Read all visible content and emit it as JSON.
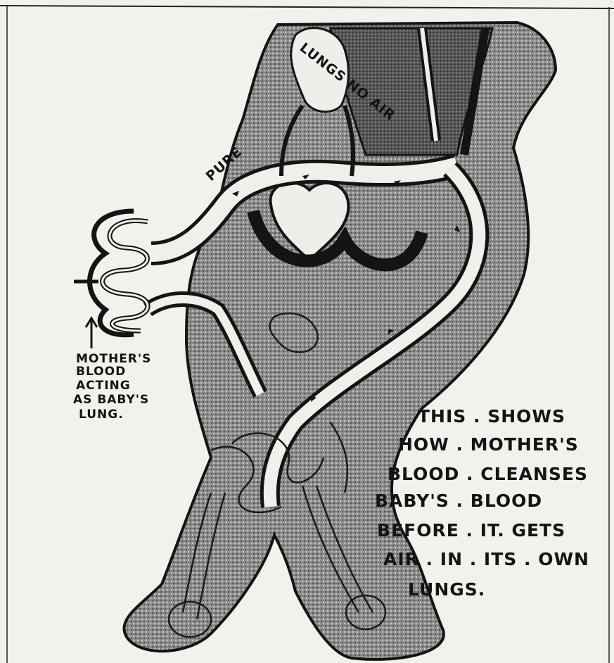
{
  "diagram": {
    "caption_lines": [
      "THIS . SHOWS",
      "HOW . MOTHER'S",
      "BLOOD . CLEANSES",
      "BABY'S . BLOOD",
      "BEFORE . IT. GETS",
      "AIR . IN . ITS . OWN",
      "LUNGS."
    ],
    "side_note_lines": [
      "MOTHER'S",
      "BLOOD",
      "ACTING",
      "AS BABY'S",
      "LUNG."
    ],
    "labels": {
      "lungs": "LUNGS NO AIR",
      "pure": "PURE"
    },
    "colors": {
      "paper": "#f3f1ec",
      "ink": "#141414",
      "stipple": "#6b6b6b"
    }
  }
}
